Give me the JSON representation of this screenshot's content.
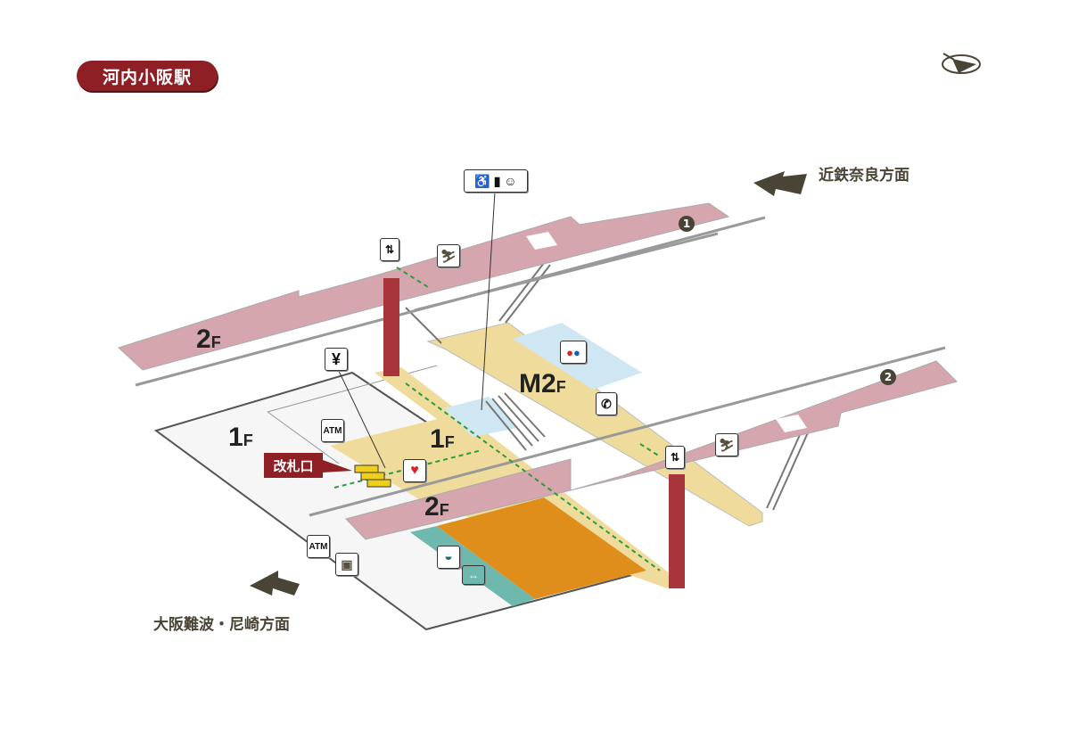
{
  "header": {
    "station_name": "河内小阪駅"
  },
  "directions": {
    "east": "近鉄奈良方面",
    "west": "大阪難波・尼崎方面"
  },
  "floors": {
    "upper_platform": {
      "num": "2",
      "suffix": "F"
    },
    "mezzanine": {
      "num": "M2",
      "suffix": "F"
    },
    "ground_west": {
      "num": "1",
      "suffix": "F"
    },
    "ground_concourse": {
      "num": "1",
      "suffix": "F"
    },
    "lower_platform": {
      "num": "2",
      "suffix": "F"
    }
  },
  "platforms": {
    "platform1": "1",
    "platform2": "2"
  },
  "labels": {
    "ticket_gate": "改札口",
    "atm": "ATM",
    "atm2": "ATM",
    "yen": "¥"
  },
  "colors": {
    "platform": "#d5a6ae",
    "concourse": "#efdc9c",
    "pillar": "#a8343c",
    "accent": "#8e1f25",
    "orange": "#e08e1b",
    "teal": "#6fb8ae",
    "toilet": "#cfe6f3"
  }
}
